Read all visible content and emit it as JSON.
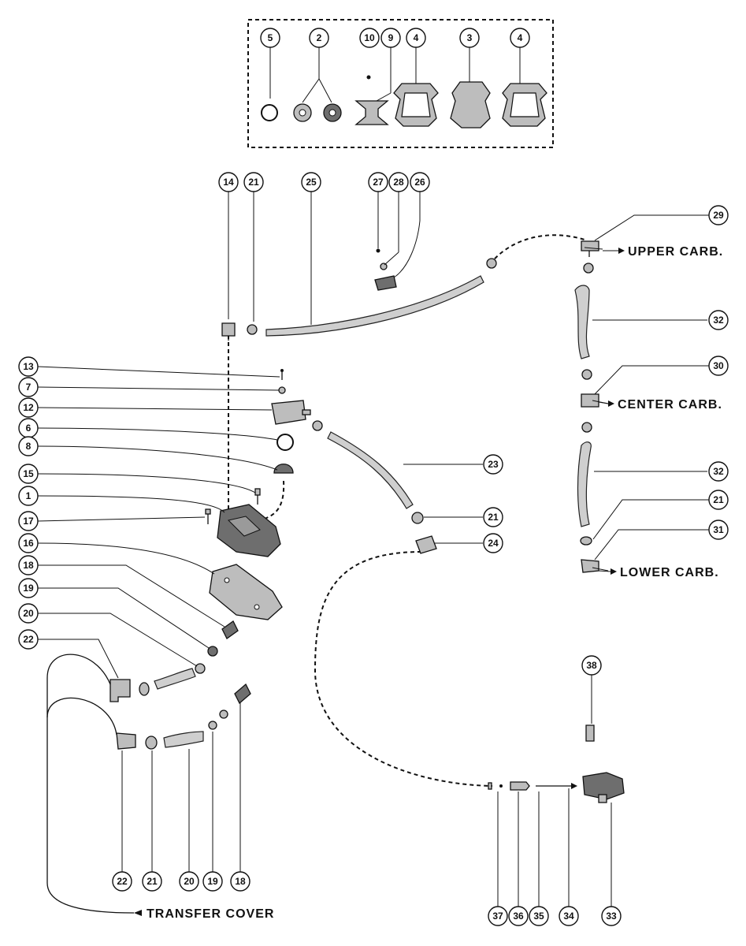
{
  "kit": {
    "callouts": [
      "5",
      "2",
      "10",
      "9",
      "4",
      "3",
      "4"
    ]
  },
  "callouts": {
    "c14": "14",
    "c21a": "21",
    "c25": "25",
    "c27": "27",
    "c28": "28",
    "c26": "26",
    "c29": "29",
    "c32a": "32",
    "c30": "30",
    "c32b": "32",
    "c21b": "21",
    "c31": "31",
    "c13": "13",
    "c7": "7",
    "c12": "12",
    "c6": "6",
    "c8": "8",
    "c15": "15",
    "c1": "1",
    "c17": "17",
    "c16": "16",
    "c18a": "18",
    "c19a": "19",
    "c20a": "20",
    "c22a": "22",
    "c23": "23",
    "c21c": "21",
    "c24": "24",
    "c38": "38",
    "c22b": "22",
    "c21d": "21",
    "c20b": "20",
    "c19b": "19",
    "c18b": "18",
    "c37": "37",
    "c36": "36",
    "c35": "35",
    "c34": "34",
    "c33": "33"
  },
  "destinations": {
    "upper": "UPPER CARB.",
    "center": "CENTER CARB.",
    "lower": "LOWER CARB.",
    "transfer": "TRANSFER COVER"
  }
}
